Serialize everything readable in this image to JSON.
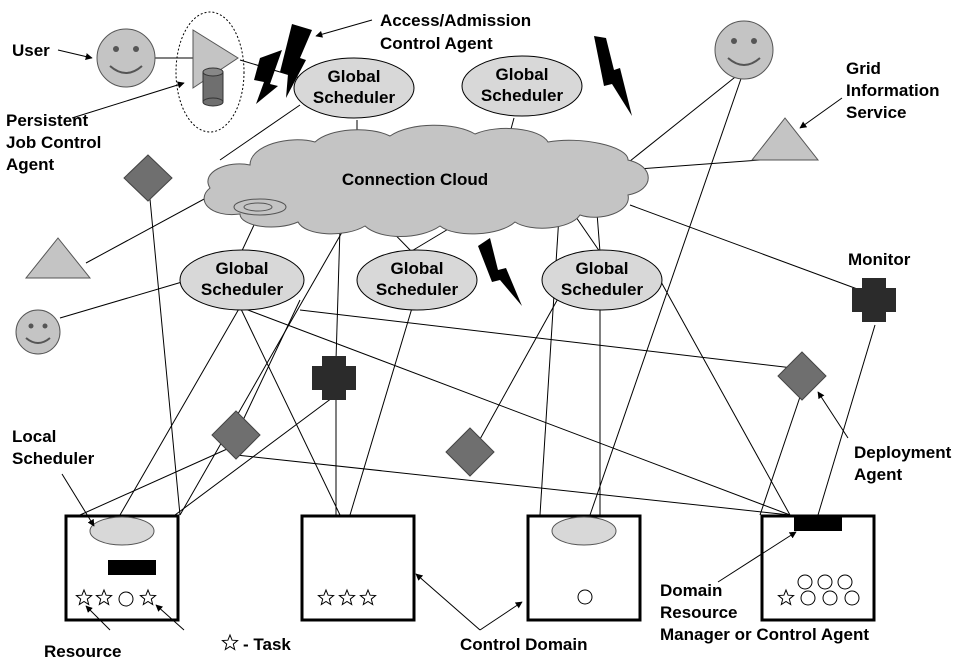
{
  "labels": {
    "user": "User",
    "persistent_agent": [
      "Persistent",
      "Job Control",
      "Agent"
    ],
    "access_agent": [
      "Access/Admission",
      "Control Agent"
    ],
    "grid_info": [
      "Grid",
      "Information",
      "Service"
    ],
    "connection_cloud": "Connection Cloud",
    "global_scheduler": [
      "Global",
      "Scheduler"
    ],
    "monitor": "Monitor",
    "local_scheduler": [
      "Local",
      "Scheduler"
    ],
    "deployment_agent": [
      "Deployment",
      "Agent"
    ],
    "resource": "Resource",
    "task_legend": "- Task",
    "control_domain": "Control Domain",
    "domain_manager": [
      "Domain",
      "Resource",
      "Manager or Control Agent"
    ]
  },
  "colors": {
    "node_fill": "#d8d8d8",
    "shape_fill": "#c4c4c4",
    "diamond_fill": "#6f6f6f",
    "dark": "#2b2b2b",
    "black": "#000000"
  },
  "icons": {
    "user": "smiley-face-icon",
    "agent": "triangle-icon",
    "deployment": "diamond-icon",
    "monitor": "cross-icon",
    "task": "star-icon",
    "resource": "circle-icon",
    "failure": "lightning-icon"
  }
}
